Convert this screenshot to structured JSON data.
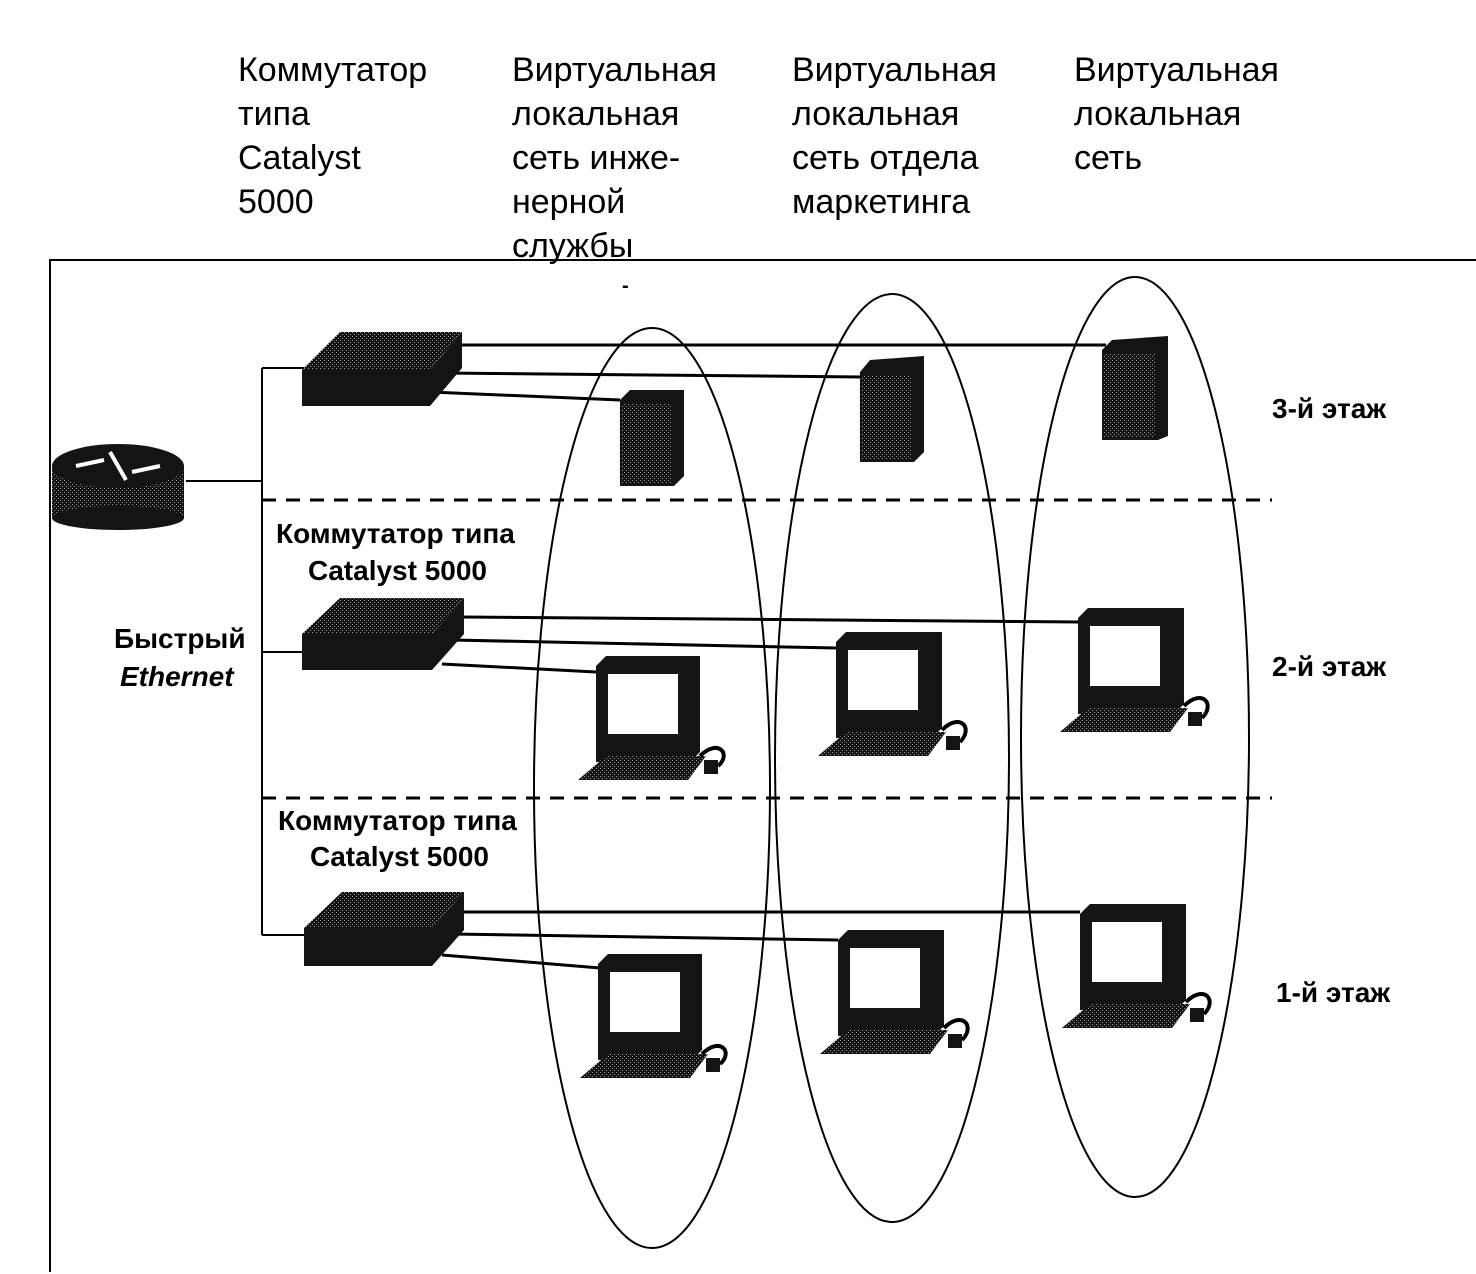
{
  "header": {
    "switch_caption": "Коммутатор\nтипа\nCatalyst\n5000",
    "vlan_engineering": "Виртуальная\nлокальная\nсеть инже-\nнерной\nслужбы",
    "vlan_marketing": "Виртуальная\nлокальная\nсеть отдела\nмаркетинга",
    "vlan_other": "Виртуальная\nлокальная\nсеть"
  },
  "diagram": {
    "floor3": "3-й этаж",
    "floor2": "2-й этаж",
    "floor1": "1-й этаж",
    "switch2_line1": "Коммутатор типа",
    "switch2_line2": "Catalyst 5000",
    "switch1_line1": "Коммутатор типа",
    "switch1_line2": "Catalyst 5000",
    "backbone_line1": "Быстрый",
    "backbone_line2": "Ethernet",
    "marker": "-"
  },
  "colors": {
    "ink": "#000000",
    "device_fill": "#141414",
    "screen": "#ffffff",
    "background": "#ffffff"
  },
  "icons": [
    "router-icon",
    "switch-icon",
    "server-icon",
    "workstation-icon"
  ]
}
